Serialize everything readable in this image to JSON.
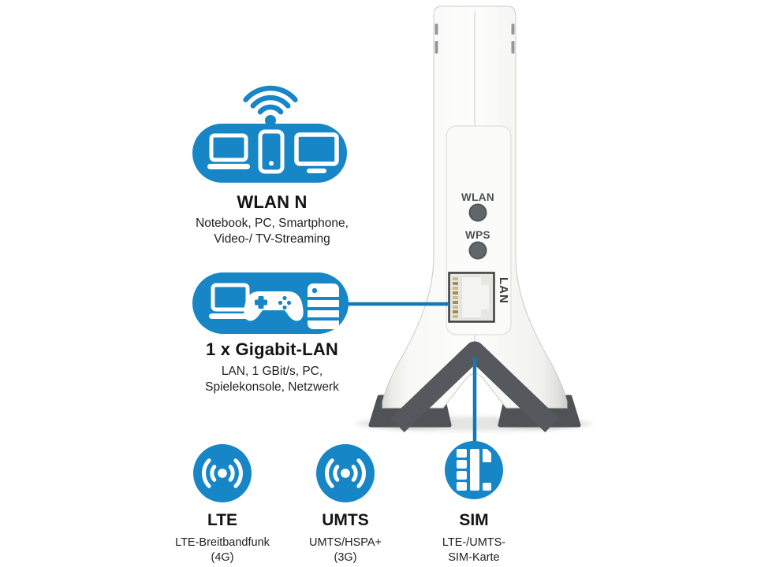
{
  "colors": {
    "accent_blue": "#1786c7",
    "connector_blue": "#1478b6",
    "stand_gray": "#55585c",
    "text_dark": "#1c1c1c"
  },
  "callouts": {
    "wlan": {
      "title": "WLAN N",
      "line1": "Notebook, PC, Smartphone,",
      "line2": "Video-/ TV-Streaming",
      "icons": [
        "wifi-icon",
        "laptop-icon",
        "smartphone-icon",
        "tv-icon"
      ]
    },
    "gigabit_lan": {
      "title": "1 x Gigabit-LAN",
      "line1": "LAN, 1 GBit/s, PC,",
      "line2": "Spielekonsole, Netzwerk",
      "icons": [
        "laptop-icon",
        "gamepad-icon",
        "desktop-tower-icon"
      ]
    }
  },
  "badges": {
    "lte": {
      "title": "LTE",
      "line1": "LTE-Breitbandfunk",
      "line2": "(4G)",
      "icon": "radio-signal-icon"
    },
    "umts": {
      "title": "UMTS",
      "line1": "UMTS/HSPA+",
      "line2": "(3G)",
      "icon": "radio-signal-icon"
    },
    "sim": {
      "title": "SIM",
      "line1": "LTE-/UMTS-",
      "line2": "SIM-Karte",
      "icon": "sim-card-icon"
    }
  },
  "device": {
    "wlan_button_label": "WLAN",
    "wps_button_label": "WPS",
    "lan_port_label": "LAN"
  }
}
